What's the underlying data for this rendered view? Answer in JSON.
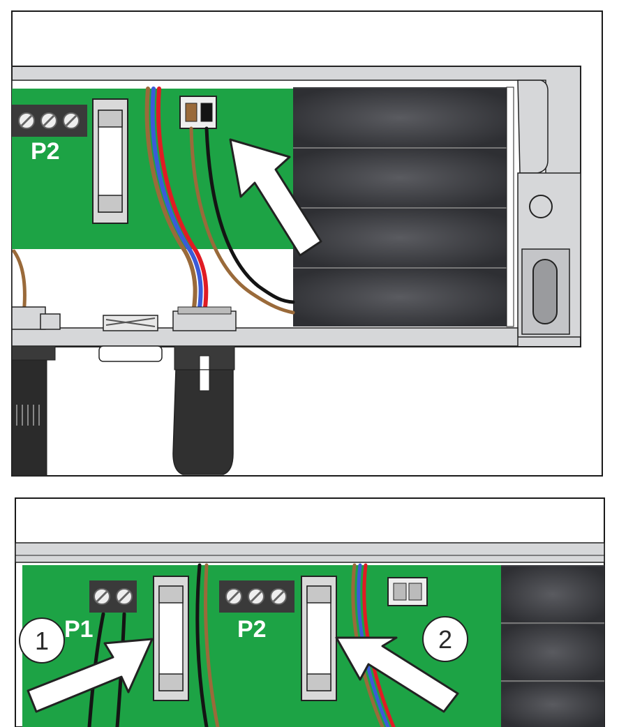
{
  "top_panel": {
    "terminal_label": "P2"
  },
  "bottom_panel": {
    "terminal_left_label": "P1",
    "terminal_right_label": "P2",
    "callout_1": "1",
    "callout_2": "2"
  },
  "colors": {
    "board_green": "#1da345",
    "battery_dark": "#3c3d41",
    "wire_brown": "#9a6a3a",
    "wire_red": "#e01b24",
    "wire_blue": "#3b5bd8",
    "wire_black": "#141414",
    "frame_grey": "#d6d7d9"
  }
}
